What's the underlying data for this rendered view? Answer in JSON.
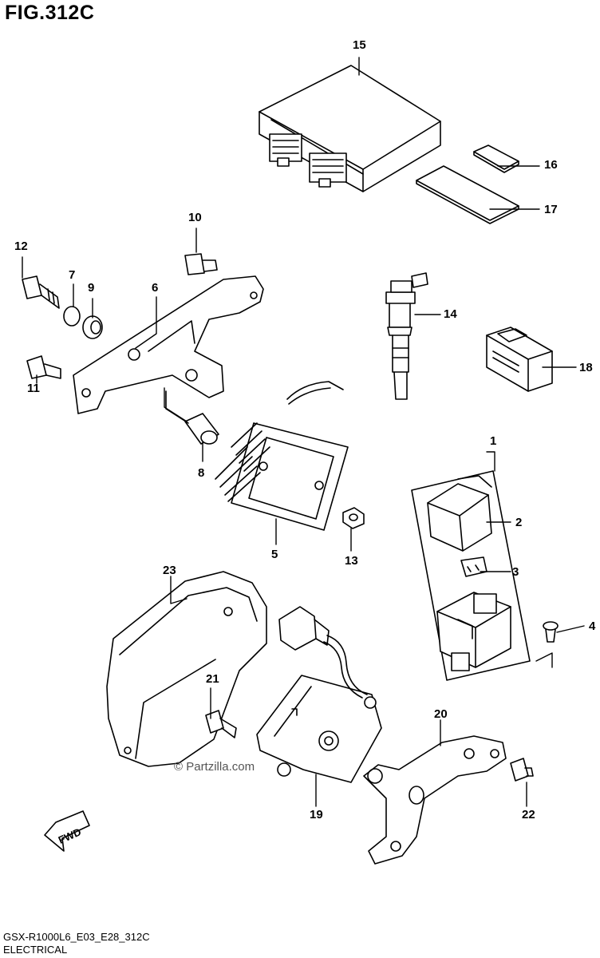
{
  "figure": {
    "title": "FIG.312C",
    "model_code": "GSX-R1000L6_E03_E28_312C",
    "section": "ELECTRICAL",
    "watermark": "© Partzilla.com",
    "direction_label": "FWD"
  },
  "callouts": [
    {
      "id": "1",
      "label": "1"
    },
    {
      "id": "2",
      "label": "2"
    },
    {
      "id": "3",
      "label": "3"
    },
    {
      "id": "4",
      "label": "4"
    },
    {
      "id": "5",
      "label": "5"
    },
    {
      "id": "6",
      "label": "6"
    },
    {
      "id": "7",
      "label": "7"
    },
    {
      "id": "8",
      "label": "8"
    },
    {
      "id": "9",
      "label": "9"
    },
    {
      "id": "10",
      "label": "10"
    },
    {
      "id": "11",
      "label": "11"
    },
    {
      "id": "12",
      "label": "12"
    },
    {
      "id": "13",
      "label": "13"
    },
    {
      "id": "14",
      "label": "14"
    },
    {
      "id": "15",
      "label": "15"
    },
    {
      "id": "16",
      "label": "16"
    },
    {
      "id": "17",
      "label": "17"
    },
    {
      "id": "18",
      "label": "18"
    },
    {
      "id": "19",
      "label": "19"
    },
    {
      "id": "20",
      "label": "20"
    },
    {
      "id": "21",
      "label": "21"
    },
    {
      "id": "22",
      "label": "22"
    },
    {
      "id": "23",
      "label": "23"
    }
  ]
}
